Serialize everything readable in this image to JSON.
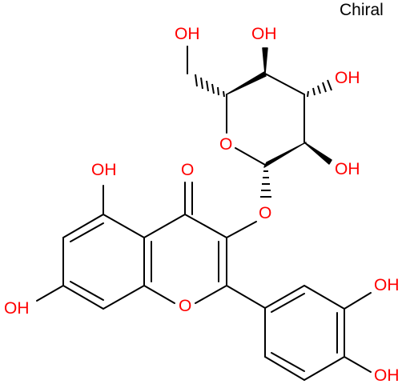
{
  "stereo_label": "Chiral",
  "atom_labels": {
    "oh_ch2": "OH",
    "oh_c4": "OH",
    "oh_c3": "OH",
    "oh_c2": "OH",
    "ring_o_sugar": "O",
    "glyco_o": "O",
    "carbonyl_o": "O",
    "oh_5": "OH",
    "oh_7": "OH",
    "ring_o_chromone": "O",
    "oh_3p": "OH",
    "oh_4p": "OH"
  },
  "colors": {
    "bond": "#000000",
    "heteroatom": "#ff0000"
  }
}
